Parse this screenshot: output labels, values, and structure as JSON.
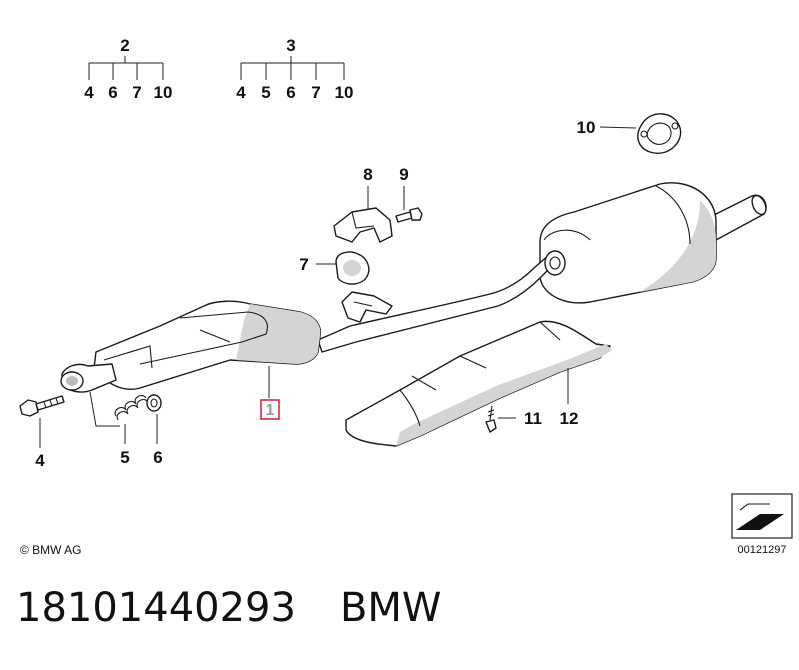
{
  "callouts": {
    "group_2": {
      "head": "2",
      "items": [
        "4",
        "6",
        "7",
        "10"
      ]
    },
    "group_3": {
      "head": "3",
      "items": [
        "4",
        "5",
        "6",
        "7",
        "10"
      ]
    },
    "p1": "1",
    "p4": "4",
    "p5": "5",
    "p6": "6",
    "p7": "7",
    "p8": "8",
    "p9": "9",
    "p10": "10",
    "p11": "11",
    "p12": "12"
  },
  "highlight_color": "#e0283c",
  "copyright": "© BMW AG",
  "catalog_number": "00121297",
  "footer": {
    "part_number": "18101440293",
    "brand": "BMW"
  }
}
